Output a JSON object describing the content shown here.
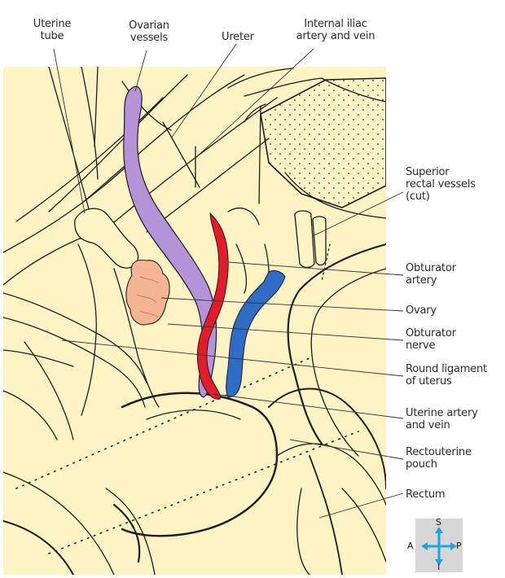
{
  "labels": {
    "uterine_tube": "Uterine\ntube",
    "ovarian_vessels": "Ovarian\nvessels",
    "ureter": "Ureter",
    "internal_iliac": "Internal iliac\nartery and vein",
    "superior_rectal": "Superior\nrectal vessels\n(cut)",
    "obturator_artery": "Obturator\nartery",
    "ovary": "Ovary",
    "obturator_nerve": "Obturator\nnerve",
    "round_ligament": "Round ligament\nof uterus",
    "uterine_artery": "Uterine artery\nand vein",
    "rectouterine_pouch": "Rectouterine\npouch",
    "rectum": "Rectum"
  },
  "compass": {
    "superior": "S",
    "inferior": "I",
    "anterior": "A",
    "posterior": "P"
  },
  "colors": {
    "background": "#fdf3c4",
    "ovarian_vessels": "#b493d8",
    "artery": "#e31b2b",
    "vein": "#2e6cc7",
    "ovary": "#f5b594",
    "compass_arrow": "#19a6e8"
  }
}
